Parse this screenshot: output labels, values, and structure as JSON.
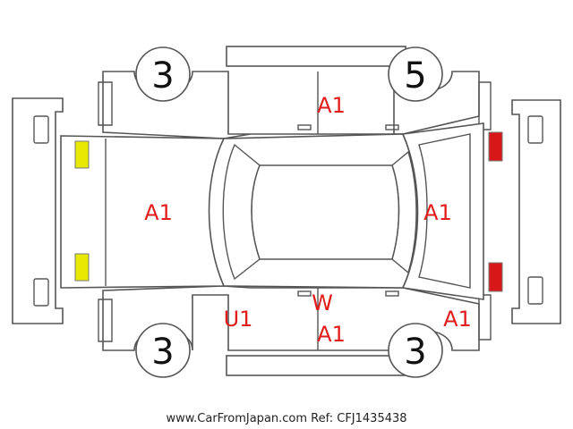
{
  "colors": {
    "outline": "#555555",
    "damage_code": "#e21b1b",
    "front_lamp_marker": "#e8e800",
    "rear_lamp_marker": "#d81818"
  },
  "tires": {
    "front_left": "3",
    "front_right": "5",
    "rear_left": "3",
    "rear_right": "3"
  },
  "codes": {
    "hood": "A1",
    "right_doors": "A1",
    "trunk": "A1",
    "right_rear_quarter": "A1",
    "left_front_fender": "U1",
    "windshield": "W",
    "left_doors": "A1"
  },
  "footer": "www.CarFromJapan.com Ref: CFJ1435438"
}
